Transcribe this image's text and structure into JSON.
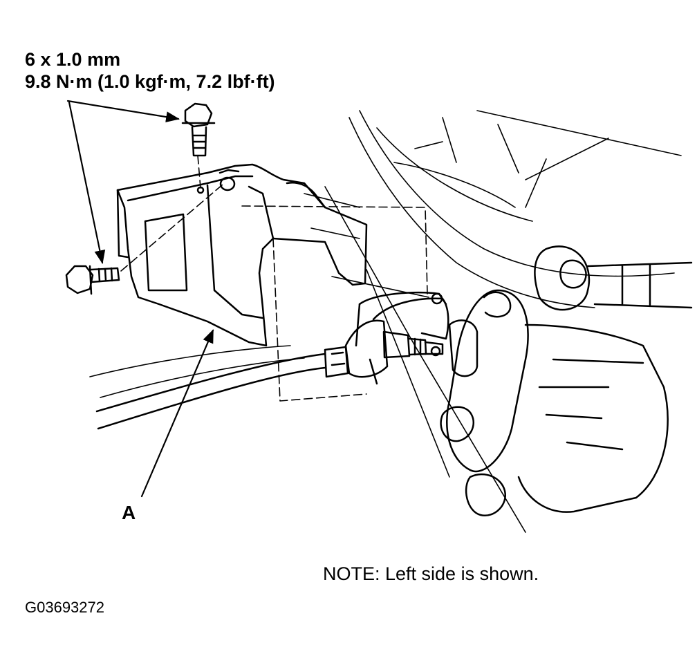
{
  "spec": {
    "size": "6 x 1.0 mm",
    "torque": "9.8 N·m (1.0 kgf·m, 7.2 lbf·ft)"
  },
  "callouts": {
    "bracket": "A"
  },
  "note": "NOTE: Left side is shown.",
  "figure_id": "G03693272"
}
